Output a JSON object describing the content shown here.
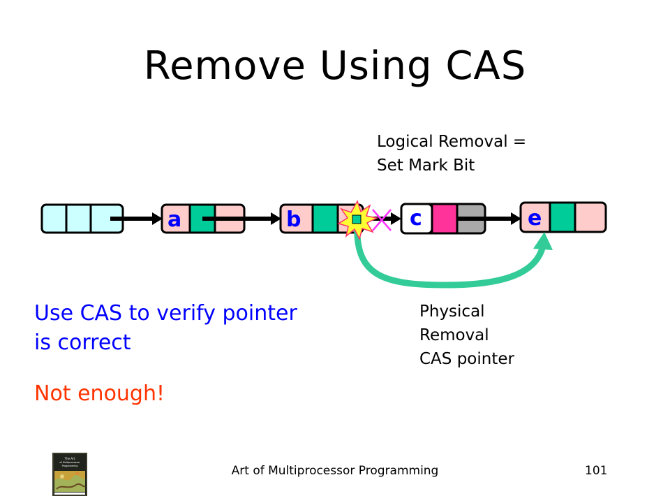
{
  "slide": {
    "title": "Remove Using CAS",
    "logical_removal": [
      "Logical Removal =",
      "Set Mark Bit"
    ],
    "physical_removal": [
      "Physical",
      "Removal",
      "CAS pointer"
    ],
    "verify_text": [
      "Use CAS to verify pointer",
      "is correct"
    ],
    "warning_text": "Not enough!",
    "footer": "Art of Multiprocessor Programming",
    "page_number": "101"
  },
  "list": {
    "nodes": [
      "a",
      "b",
      "c",
      "e"
    ],
    "colors": {
      "head_node": "#ccffff",
      "node": "#ffcccc",
      "removed_node": "#aaaaaa",
      "next_field": "#00cc99",
      "marked_field": "#ff3399",
      "cas_arrow": "#33cc99",
      "burst": "#ffff33",
      "cut_mark": "#ff33ff"
    }
  },
  "cover": {
    "title_lines": [
      "The Art",
      "of Multiprocessor",
      "Programming"
    ]
  }
}
